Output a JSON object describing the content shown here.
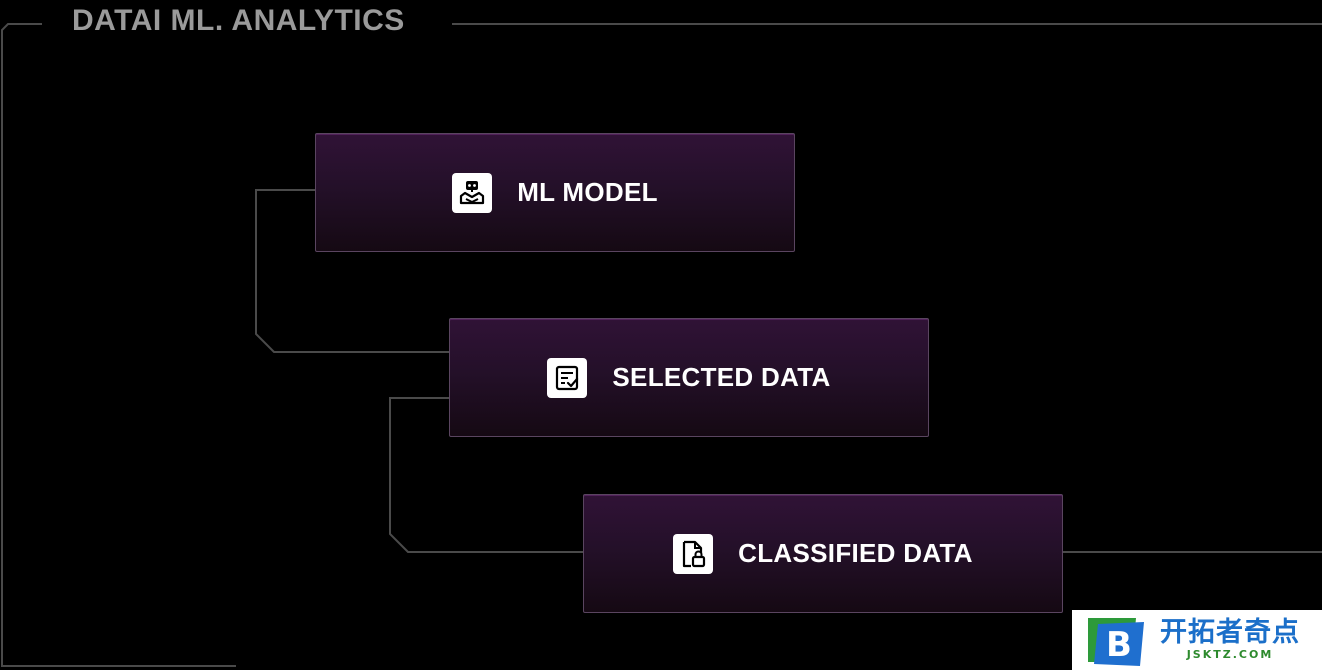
{
  "diagram": {
    "title": "DATAI ML. ANALYTICS",
    "nodes": [
      {
        "id": "ml-model",
        "label": "ML MODEL",
        "icon": "robot-icon"
      },
      {
        "id": "selected-data",
        "label": "SELECTED DATA",
        "icon": "checklist-icon"
      },
      {
        "id": "classified-data",
        "label": "CLASSIFIED DATA",
        "icon": "locked-file-icon"
      }
    ]
  },
  "watermark": {
    "brand_cn": "开拓者奇点",
    "url": "JSKTZ.COM",
    "logo_letter": "B"
  },
  "colors": {
    "background": "#000000",
    "connector": "#4a4a4a",
    "node_fill_top": "#301236",
    "node_fill_bottom": "#150913",
    "node_border": "#5a4560",
    "title": "#9a9a9a",
    "label": "#ffffff",
    "watermark_blue": "#1b6fc9",
    "watermark_green": "#2d8a2d"
  }
}
